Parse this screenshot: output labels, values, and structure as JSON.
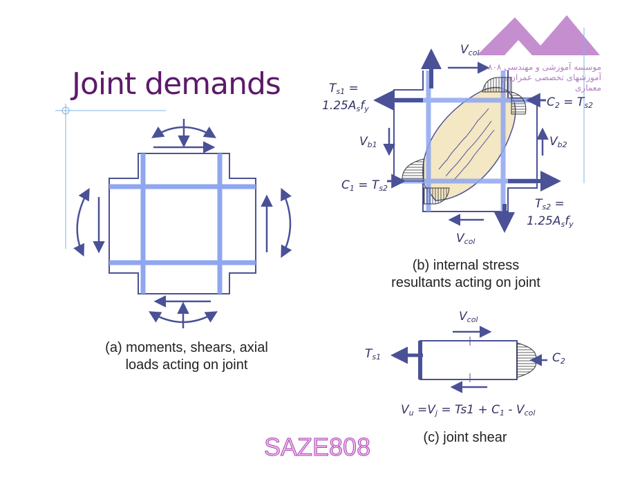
{
  "title": "Joint demands",
  "captions": {
    "a_line1": "(a) moments, shears, axial",
    "a_line2": "loads acting on joint",
    "b_line1": "(b) internal stress",
    "b_line2": "resultants acting on joint",
    "c": "(c) joint shear"
  },
  "labels": {
    "ts1_top": "T",
    "ts1_top_sub": "s1",
    "ts1_top_eq": " =",
    "ts1_top_val": "1.25A",
    "ts1_top_val_sub": "s",
    "ts1_top_val_f": "f",
    "ts1_top_val_fsub": "y",
    "vcol_top": "V",
    "vcol_top_sub": "col",
    "c2_eq": "C",
    "c2_eq_sub": "2",
    "c2_eq_rest": " = T",
    "c2_eq_rest_sub": "s2",
    "vb1": "V",
    "vb1_sub": "b1",
    "vb2": "V",
    "vb2_sub": "b2",
    "c1_eq": "C",
    "c1_eq_sub": "1",
    "c1_eq_rest": " = T",
    "c1_eq_rest_sub": "s2",
    "ts2": "T",
    "ts2_sub": "s2",
    "ts2_eq": " =",
    "ts2_val": "1.25A",
    "ts2_val_sub": "s",
    "ts2_val_f": "f",
    "ts2_val_fsub": "y",
    "vcol_bot": "V",
    "vcol_bot_sub": "col",
    "c_vcol": "V",
    "c_vcol_sub": "col",
    "c_ts1": "T",
    "c_ts1_sub": "s1",
    "c_c2": "C",
    "c_c2_sub": "2",
    "eq_vu": "V",
    "eq_vu_sub": "u",
    "eq_mid": " =V",
    "eq_vj_sub": "j",
    "eq_rest": " = Ts1 + C",
    "eq_c1_sub": "1",
    "eq_minus": " - V",
    "eq_vcol_sub": "col"
  },
  "watermark": "SAZE808",
  "logo_text": "موسسه آموزشی و مهندسی ۸۰۸ آموزشهای تخصصی عمران و معماری",
  "colors": {
    "title": "#5c1a6b",
    "frame": "#4a5196",
    "rebar": "#8fa6f0",
    "strut": "#f3e7c4",
    "logo": "#c58fcf"
  }
}
